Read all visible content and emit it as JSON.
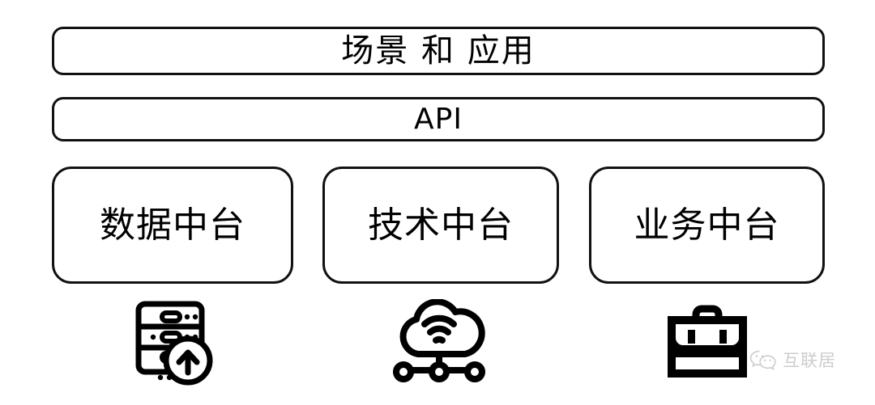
{
  "diagram": {
    "title_layer": {
      "label": "场景 和 应用",
      "name": "scenario-and-application"
    },
    "api_layer": {
      "label": "API",
      "name": "api"
    },
    "platform_layer": [
      {
        "label": "数据中台",
        "icon": "database-server-upload-icon"
      },
      {
        "label": "技术中台",
        "icon": "cloud-wifi-network-icon"
      },
      {
        "label": "业务中台",
        "icon": "briefcase-icon"
      }
    ]
  },
  "watermark": {
    "icon": "wechat-icon",
    "label": "互联居"
  },
  "colors": {
    "stroke": "#111111",
    "background": "#ffffff",
    "text": "#000000",
    "watermark_text": "#8a8a8a"
  }
}
